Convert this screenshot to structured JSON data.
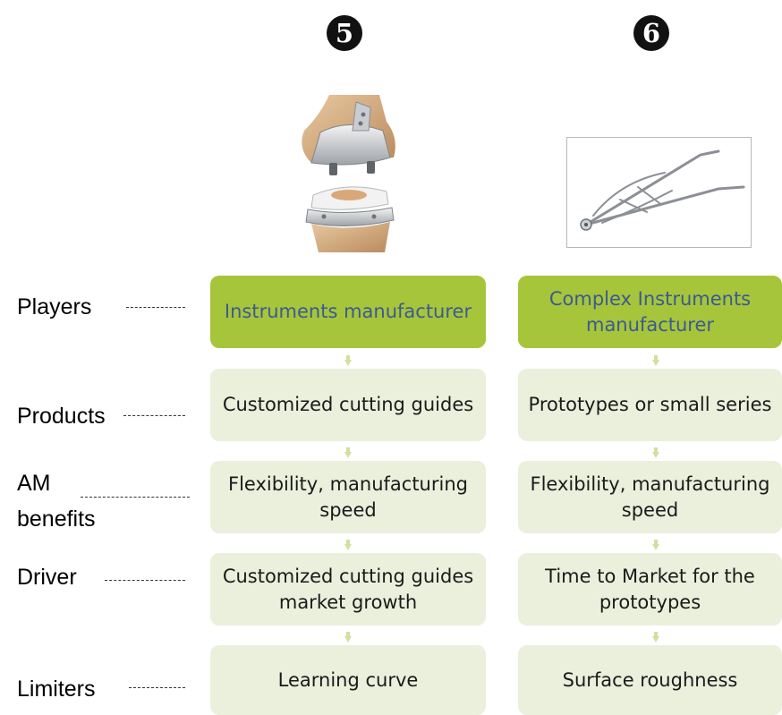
{
  "columns": [
    {
      "number": "5",
      "image_icon": "knee-implant-icon",
      "cells": [
        "Instruments manufacturer",
        "Customized cutting guides",
        "Flexibility, manufacturing speed",
        "Customized cutting guides market growth",
        "Learning curve"
      ]
    },
    {
      "number": "6",
      "image_icon": "surgical-instrument-icon",
      "cells": [
        "Complex Instruments manufacturer",
        "Prototypes or small series",
        "Flexibility, manufacturing speed",
        "Time to Market for the prototypes",
        "Surface roughness"
      ]
    }
  ],
  "row_labels": {
    "players": "Players",
    "products": "Products",
    "am_benefits_line1": "AM",
    "am_benefits_line2": "benefits",
    "driver": "Driver",
    "limiters": "Limiters"
  },
  "colors": {
    "header_fill": "#a6c53a",
    "header_text": "#3b5a92",
    "cell_fill": "#eaf0dc",
    "arrow": "#d3df9d"
  }
}
